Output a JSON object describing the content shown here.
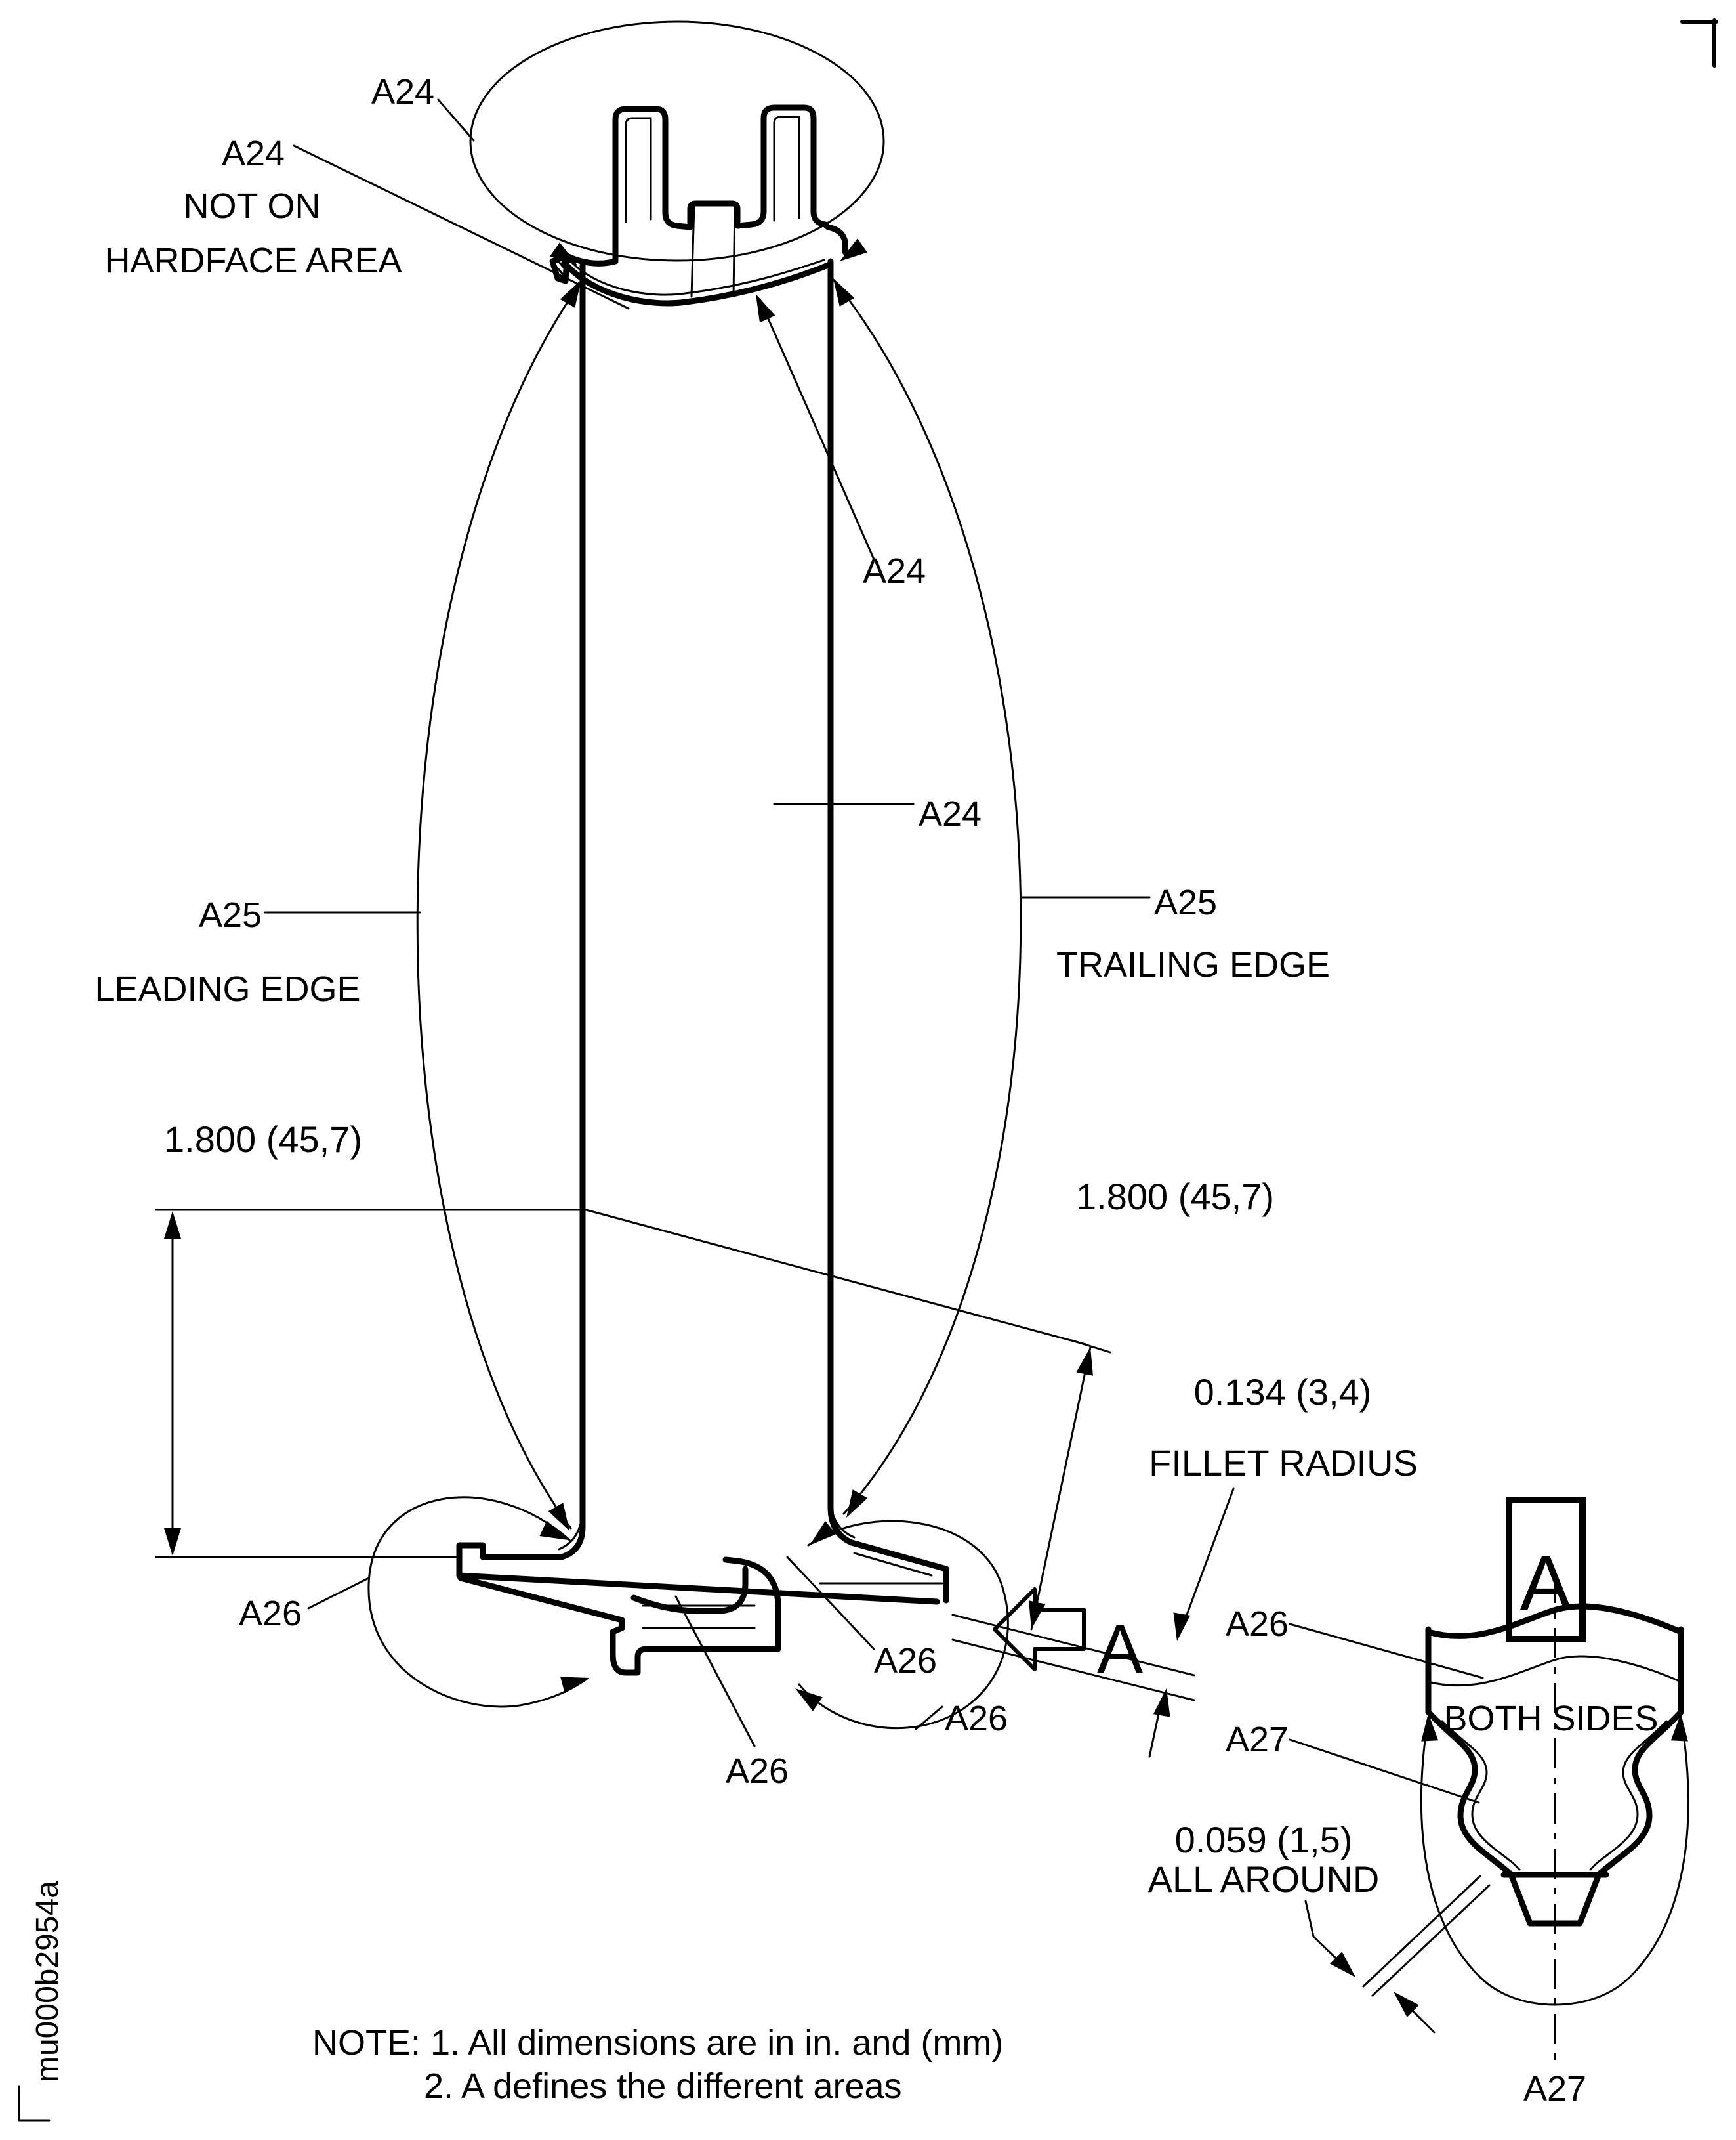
{
  "drawing": {
    "part_number": "mu000b2954a",
    "labels": {
      "a24_tip": "A24",
      "a24_not_on_line1": "A24",
      "a24_not_on_line2": "NOT ON",
      "a24_not_on_line3": "HARDFACE AREA",
      "a24_right": "A24",
      "a24_face": "A24",
      "a25_leading_ref": "A25",
      "a25_leading_caption": "LEADING EDGE",
      "a25_trailing_ref": "A25",
      "a25_trailing_caption": "TRAILING EDGE",
      "a26": "A26",
      "a27": "A27"
    },
    "dimensions": {
      "span_left": "1.800 (45,7)",
      "span_right": "1.800 (45,7)",
      "fillet_value": "0.134 (3,4)",
      "fillet_caption": "FILLET RADIUS",
      "offset_value": "0.059 (1,5)",
      "offset_caption": "ALL AROUND"
    },
    "view": {
      "arrow_label": "A",
      "detail_marker": "A",
      "detail_caption": "BOTH SIDES"
    },
    "notes": {
      "line1": "NOTE: 1. All dimensions are in in. and (mm)",
      "line2": "2. A defines the different areas"
    },
    "colors": {
      "ink": "#000000",
      "background": "#ffffff"
    }
  }
}
